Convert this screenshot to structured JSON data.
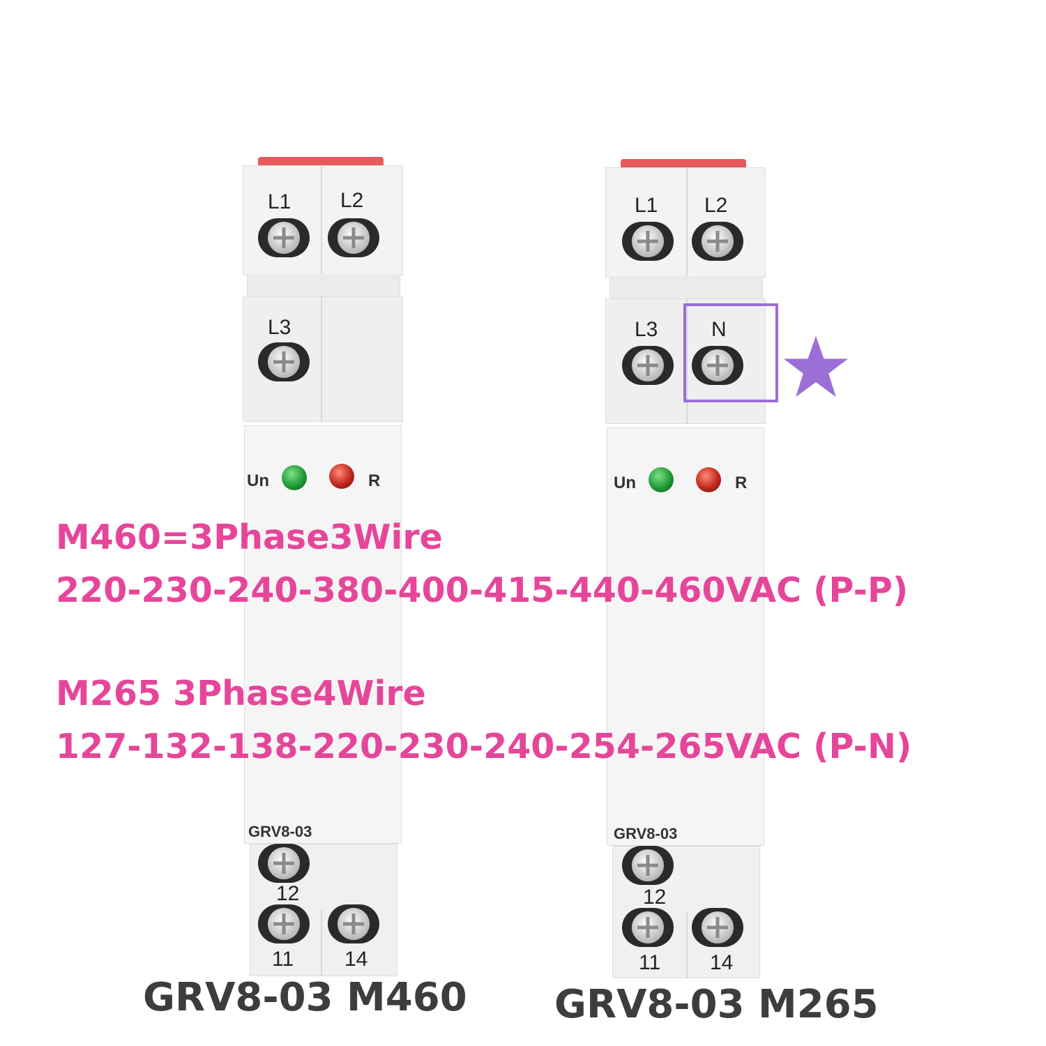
{
  "devices": [
    {
      "terminals_top": [
        "L1",
        "L2"
      ],
      "terminals_mid": [
        "L3"
      ],
      "leds": [
        "Un",
        "R"
      ],
      "model": "GRV8-03",
      "terminals_bottom": [
        "12",
        "11",
        "14"
      ],
      "caption": "GRV8-03 M460"
    },
    {
      "terminals_top": [
        "L1",
        "L2"
      ],
      "terminals_mid": [
        "L3",
        "N"
      ],
      "leds": [
        "Un",
        "R"
      ],
      "model": "GRV8-03",
      "terminals_bottom": [
        "12",
        "11",
        "14"
      ],
      "caption": "GRV8-03 M265"
    }
  ],
  "specs": {
    "line1": "M460=3Phase3Wire",
    "line2": "220-230-240-380-400-415-440-460VAC (P-P)",
    "line3": "M265 3Phase4Wire",
    "line4": "127-132-138-220-230-240-254-265VAC (P-N)"
  },
  "colors": {
    "spec_text": "#e5469a",
    "caption_text": "#3d3d3d",
    "highlight": "#9b6fd6",
    "led_green": "#1f9a35",
    "led_red": "#c0271b",
    "top_tab": "#e8595c"
  },
  "icons": {
    "highlight_marker": "star-icon"
  }
}
